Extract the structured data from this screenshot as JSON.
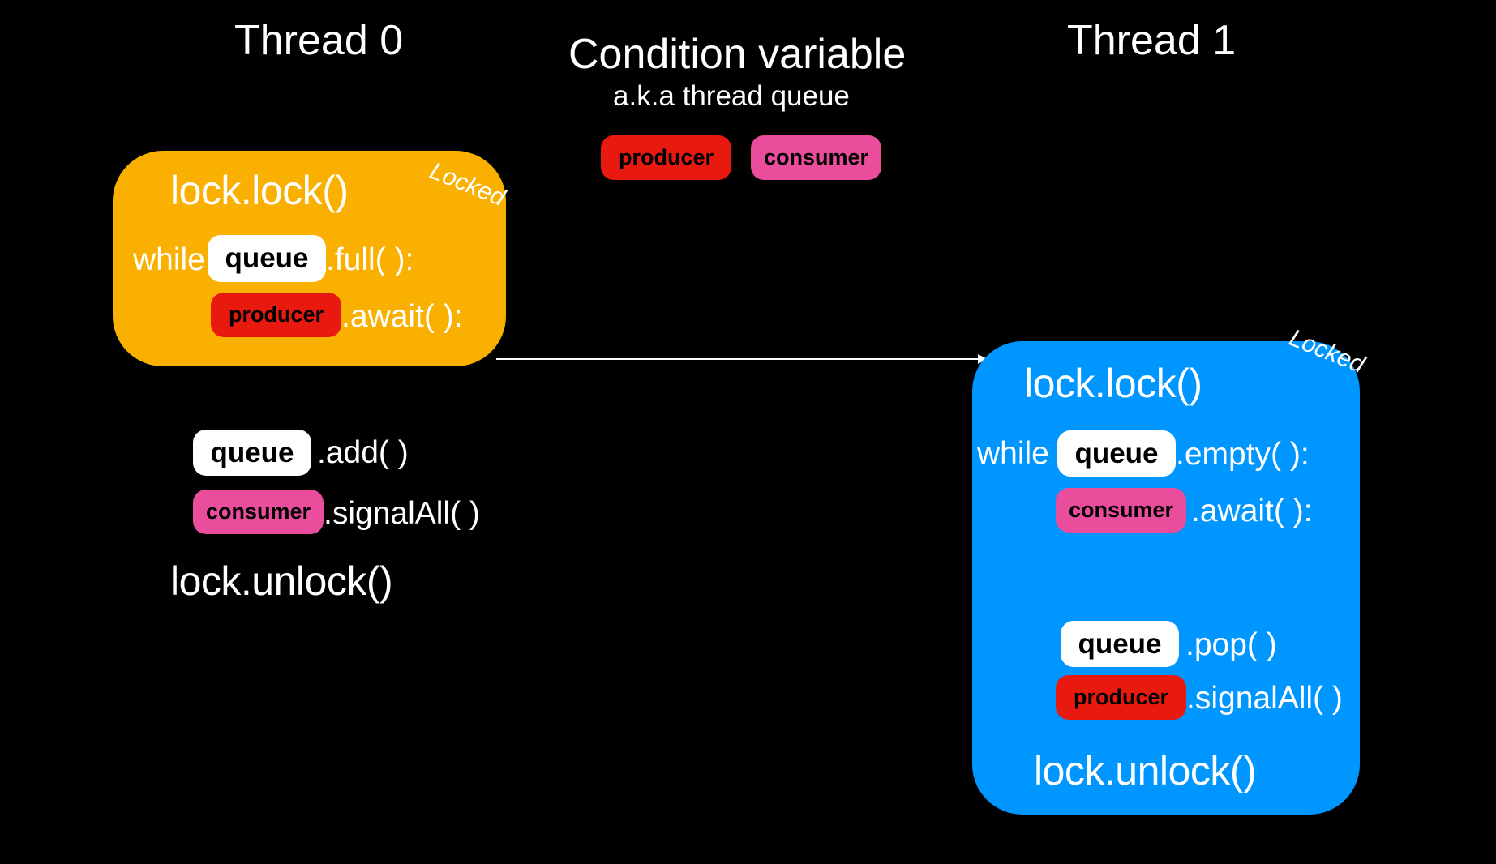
{
  "header": {
    "thread0_title": "Thread 0",
    "thread1_title": "Thread 1",
    "cv_title": "Condition variable",
    "cv_subtitle": "a.k.a thread queue"
  },
  "condition_queues": {
    "producer": "producer",
    "consumer": "consumer"
  },
  "thread0": {
    "locked_label": "Locked",
    "lock_call": "lock.lock()",
    "while_keyword": "while",
    "queue_label": "queue",
    "full_call": ".full( ):",
    "producer_label": "producer",
    "await_call": ".await( ):",
    "add_queue_label": "queue",
    "add_call": ".add( )",
    "consumer_label": "consumer",
    "signal_all_call": ".signalAll( )",
    "unlock_call": "lock.unlock()"
  },
  "thread1": {
    "locked_label": "Locked",
    "lock_call": "lock.lock()",
    "while_keyword": "while",
    "queue_label": "queue",
    "empty_call": ".empty( ):",
    "consumer_label": "consumer",
    "await_call": ".await( ):",
    "pop_queue_label": "queue",
    "pop_call": ".pop( )",
    "producer_label": "producer",
    "signal_all_call": ".signalAll( )",
    "unlock_call": "lock.unlock()"
  },
  "colors": {
    "background": "#000000",
    "thread0_box": "#f9b000",
    "thread1_box": "#0096ff",
    "producer": "#e8190f",
    "consumer": "#ea4d9c",
    "queue": "#ffffff",
    "text": "#ffffff"
  }
}
